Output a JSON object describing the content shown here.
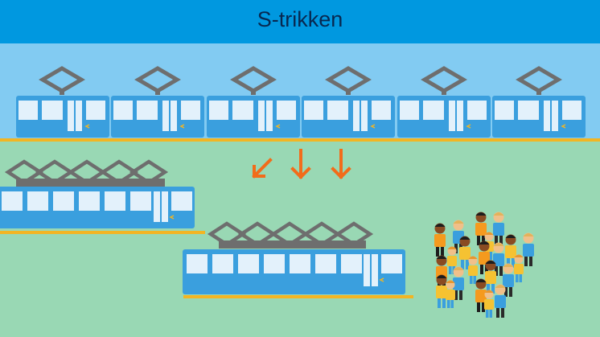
{
  "title": "S-trikken",
  "colors": {
    "title_bar": "#0098e0",
    "upper_background": "#82cbf2",
    "lower_background": "#99d8b4",
    "tram_body": "#3a9fde",
    "tram_window": "#e3f1fb",
    "pantograph": "#6e6e6e",
    "track": "#f2b523",
    "arrow": "#f26c1a"
  },
  "scene": {
    "tram_count_top_row": 6,
    "arrow_count": 3,
    "people_count": 22
  }
}
